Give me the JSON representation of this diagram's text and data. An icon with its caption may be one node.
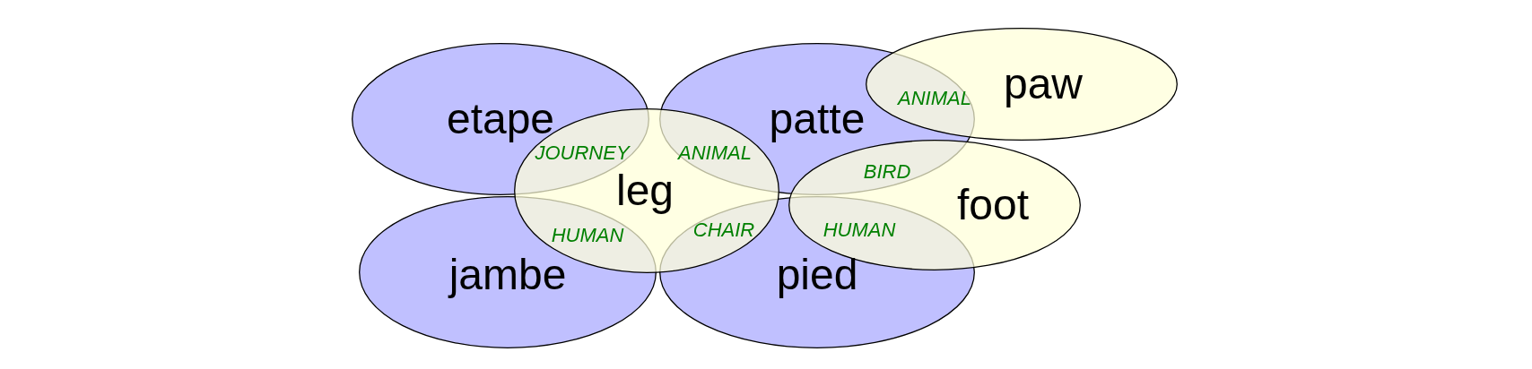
{
  "diagram": {
    "nodes": [
      {
        "text": [
          "etape"
        ]
      },
      {
        "text": [
          "patte"
        ]
      },
      {
        "text": [
          "paw"
        ]
      },
      {
        "text": [
          "leg"
        ]
      },
      {
        "text": [
          "foot"
        ]
      },
      {
        "text": [
          "jambe"
        ]
      },
      {
        "text": [
          "pied"
        ]
      }
    ],
    "labels": [
      "ANIMAL",
      "JOURNEY",
      "ANIMAL",
      "BIRD",
      "HUMAN",
      "CHAIR",
      "HUMAN"
    ]
  }
}
